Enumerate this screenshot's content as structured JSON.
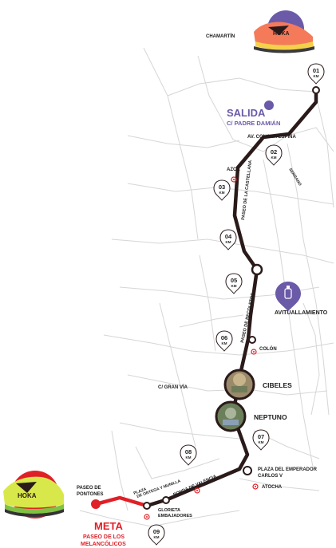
{
  "colors": {
    "route": "#2b1a1a",
    "route_end": "#e02027",
    "start": "#6b5aa8",
    "finish": "#e02027",
    "streets": "#d6d6d6",
    "poi": "#e02027"
  },
  "start": {
    "title": "SALIDA",
    "subtitle": "C/ PADRE DAMIÁN"
  },
  "finish": {
    "title": "META",
    "subtitle_line1": "PASEO DE LOS",
    "subtitle_line2": "MELANCÓLICOS"
  },
  "km_unit": "KM",
  "km_markers": [
    "01",
    "02",
    "03",
    "04",
    "05",
    "06",
    "07",
    "08",
    "09"
  ],
  "streets": {
    "chamartin": "CHAMARTÍN",
    "concha_espina": "AV. CONCHA ESPINA",
    "serrano": "SERRANO",
    "castellana": "PASEO DE LA CASTELLANA",
    "recoletos": "PASEO DE RECOLETOS",
    "gran_via": "C/ GRAN VÍA",
    "ronda_valencia": "RONDA DE VALENCIA",
    "plaza_ortega_1": "PLAZA",
    "plaza_ortega_2": "DE ORTEGA Y MUNILLA",
    "pontones_1": "PASEO DE",
    "pontones_2": "PONTONES",
    "emperador_1": "PLAZA DEL EMPERADOR",
    "emperador_2": "CARLOS V",
    "glorieta_1": "GLORIETA",
    "glorieta_2": "EMBAJADORES"
  },
  "pois": {
    "azca": "AZCA",
    "colon": "COLÓN",
    "atocha": "ATOCHA"
  },
  "landmarks": {
    "cibeles": "CIBELES",
    "neptuno": "NEPTUNO"
  },
  "aid_station": {
    "label": "AVITUALLAMIENTO",
    "icon": "water-bottle-icon"
  },
  "brand": "HOKA"
}
